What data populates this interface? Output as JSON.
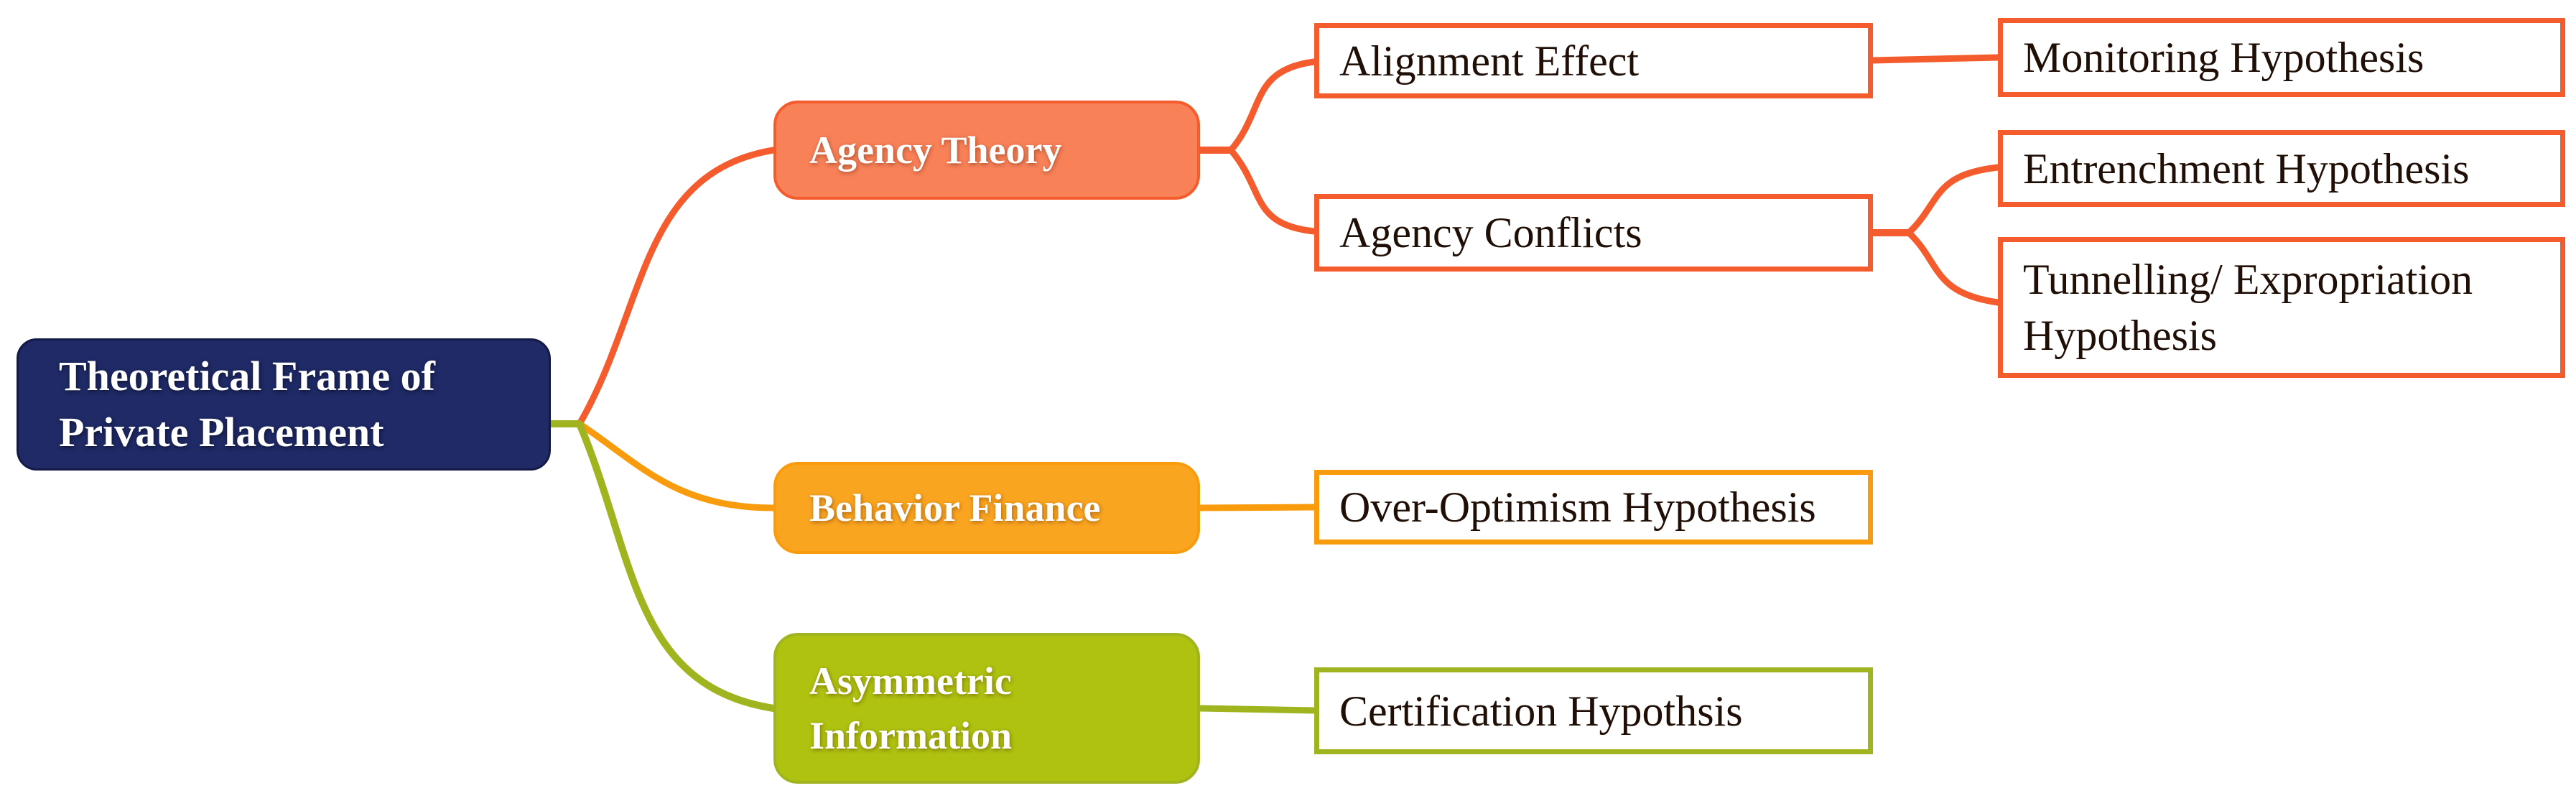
{
  "colors": {
    "bg": "#ffffff",
    "root_fill": "#1f2a66",
    "root_border": "#131a45",
    "agency_line": "#f45b2d",
    "agency_fill": "#f98158",
    "amber_line": "#f89c0e",
    "amber_fill": "#faa520",
    "olive_line": "#a0b41f",
    "olive_fill": "#aec20f",
    "ink": "#200f06"
  },
  "diagram": {
    "root": {
      "line1": "Theoretical Frame of",
      "line2": "Private Placement"
    },
    "agency_theory": {
      "label": "Agency Theory"
    },
    "behavior_finance": {
      "label": "Behavior Finance"
    },
    "asymmetric_information": {
      "line1": "Asymmetric",
      "line2": "Information"
    },
    "alignment_effect": {
      "label": "Alignment Effect"
    },
    "agency_conflicts": {
      "label": "Agency Conflicts"
    },
    "over_optimism": {
      "label": "Over-Optimism Hypothesis"
    },
    "certification": {
      "label": "Certification Hypothsis"
    },
    "monitoring": {
      "label": "Monitoring Hypothesis"
    },
    "entrenchment": {
      "label": "Entrenchment Hypothesis"
    },
    "tunnelling": {
      "line1": "Tunnelling/ Expropriation",
      "line2": "Hypothesis"
    }
  },
  "edges": [
    {
      "from": "root",
      "to": "agency_theory"
    },
    {
      "from": "root",
      "to": "behavior_finance"
    },
    {
      "from": "root",
      "to": "asymmetric_information"
    },
    {
      "from": "agency_theory",
      "to": "alignment_effect"
    },
    {
      "from": "agency_theory",
      "to": "agency_conflicts"
    },
    {
      "from": "alignment_effect",
      "to": "monitoring"
    },
    {
      "from": "agency_conflicts",
      "to": "entrenchment"
    },
    {
      "from": "agency_conflicts",
      "to": "tunnelling"
    },
    {
      "from": "behavior_finance",
      "to": "over_optimism"
    },
    {
      "from": "asymmetric_information",
      "to": "certification"
    }
  ]
}
